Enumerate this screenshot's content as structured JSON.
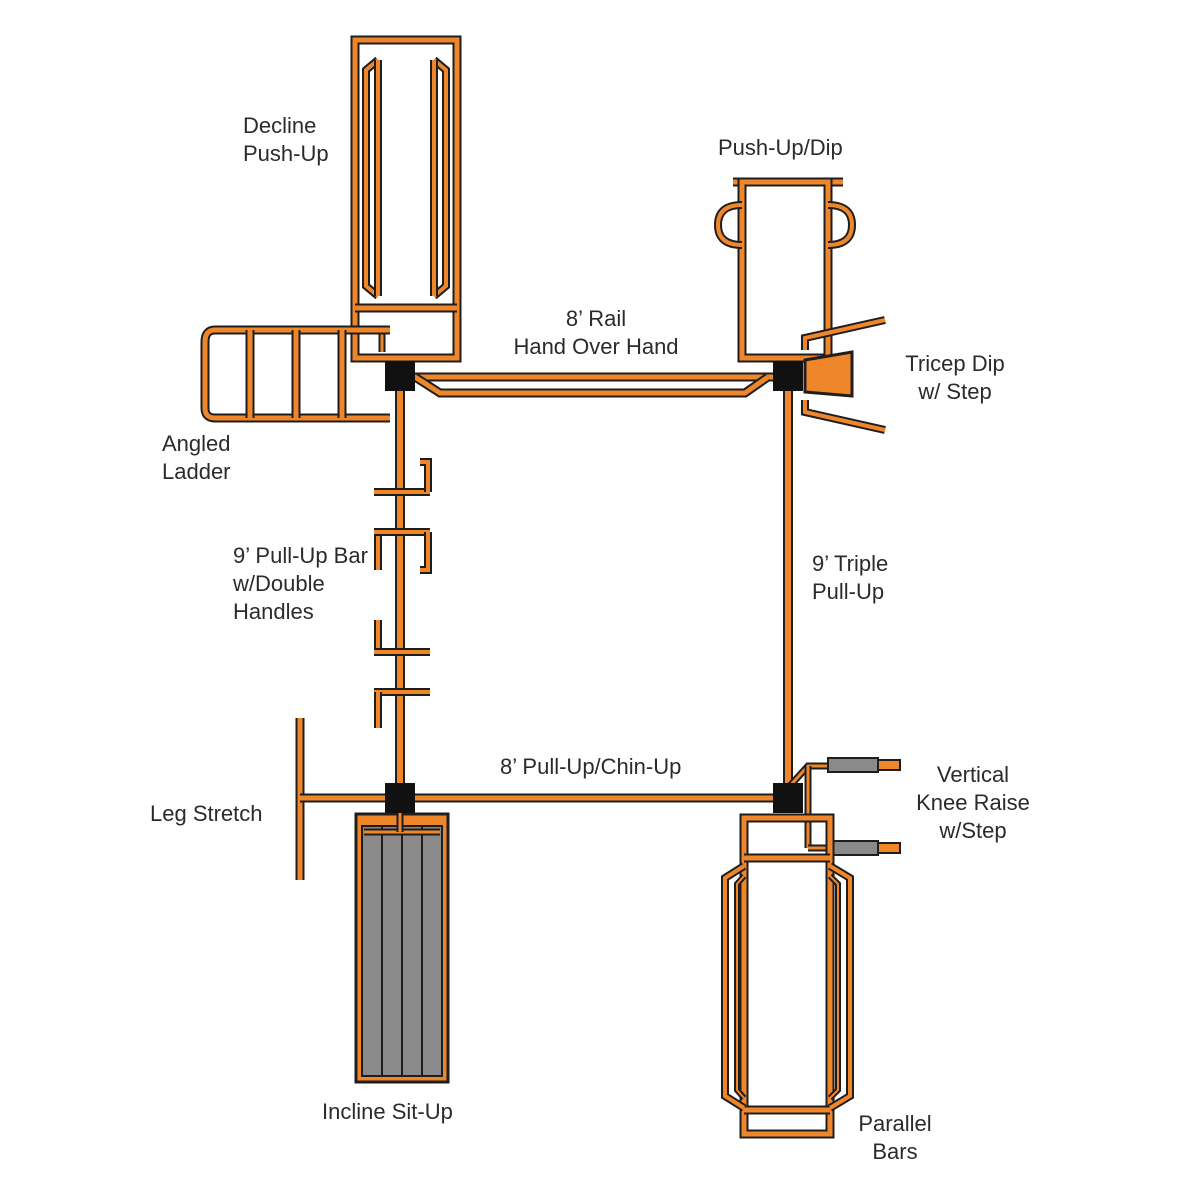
{
  "colors": {
    "frame": "#1e1e1e",
    "accent": "#f0862a",
    "joint": "#111111",
    "pad": "#8a8a8a",
    "background": "#ffffff",
    "text": "#2b2b2b"
  },
  "labels": {
    "decline_pushup": [
      "Decline",
      "Push-Up"
    ],
    "pushup_dip": [
      "Push-Up/Dip"
    ],
    "rail": [
      "8’ Rail",
      "Hand Over Hand"
    ],
    "tricep_dip": [
      "Tricep Dip",
      "w/ Step"
    ],
    "angled_ladder": [
      "Angled",
      "Ladder"
    ],
    "pullup_bar": [
      "9’ Pull-Up Bar",
      "w/Double",
      "Handles"
    ],
    "triple_pullup": [
      "9’ Triple",
      "Pull-Up"
    ],
    "chinup": [
      "8’ Pull-Up/Chin-Up"
    ],
    "knee_raise": [
      "Vertical",
      "Knee Raise",
      "w/Step"
    ],
    "leg_stretch": [
      "Leg Stretch"
    ],
    "incline_situp": [
      "Incline Sit-Up"
    ],
    "parallel_bars": [
      "Parallel",
      "Bars"
    ]
  }
}
